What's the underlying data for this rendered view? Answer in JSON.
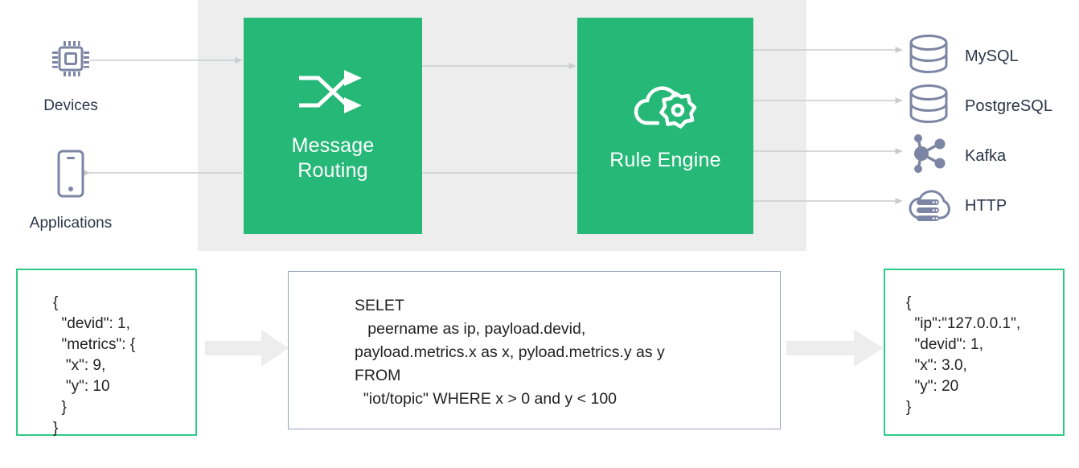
{
  "diagram": {
    "title": "EMQX message routing and rule engine data flow",
    "colors": {
      "green": "#25b877",
      "green_border": "#2ecb86",
      "panel_gray": "#ededed",
      "arrow_gray": "#c9cbcd",
      "block_arrow_gray": "#ededed",
      "icon_slate": "#7c85a3",
      "text_dark": "#2b3649",
      "blue_border": "#97a3bd"
    }
  },
  "sources": [
    {
      "id": "devices",
      "label": "Devices",
      "icon": "chip-icon"
    },
    {
      "id": "applications",
      "label": "Applications",
      "icon": "mobile-phone-icon"
    }
  ],
  "processes": [
    {
      "id": "message-routing",
      "label": "Message\nRouting",
      "line1": "Message",
      "line2": "Routing",
      "icon": "shuffle-routing-icon"
    },
    {
      "id": "rule-engine",
      "label": "Rule Engine",
      "line1": "Rule Engine",
      "line2": "",
      "icon": "cloud-gear-icon"
    }
  ],
  "sinks": [
    {
      "id": "mysql",
      "label": "MySQL",
      "icon": "database-cylinder-icon"
    },
    {
      "id": "postgresql",
      "label": "PostgreSQL",
      "icon": "database-cylinder-icon"
    },
    {
      "id": "kafka",
      "label": "Kafka",
      "icon": "kafka-node-graph-icon"
    },
    {
      "id": "http",
      "label": "HTTP",
      "icon": "cloud-server-icon"
    }
  ],
  "code_panels": {
    "input_json": {
      "id": "input-payload",
      "text": "{\n  \"devid\": 1,\n  \"metrics\": {\n   \"x\": 9,\n   \"y\": 10\n  }\n}"
    },
    "sql_rule": {
      "id": "rule-sql",
      "text": "SELET\n   peername as ip, payload.devid, payload.metrics.x as x, pyload.metrics.y as y FROM\n  \"iot/topic\" WHERE x > 0 and y < 100"
    },
    "output_json": {
      "id": "output-payload",
      "text": "{\n  \"ip\":\"127.0.0.1\",\n  \"devid\": 1,\n  \"x\": 3.0,\n  \"y\": 20\n}"
    }
  }
}
